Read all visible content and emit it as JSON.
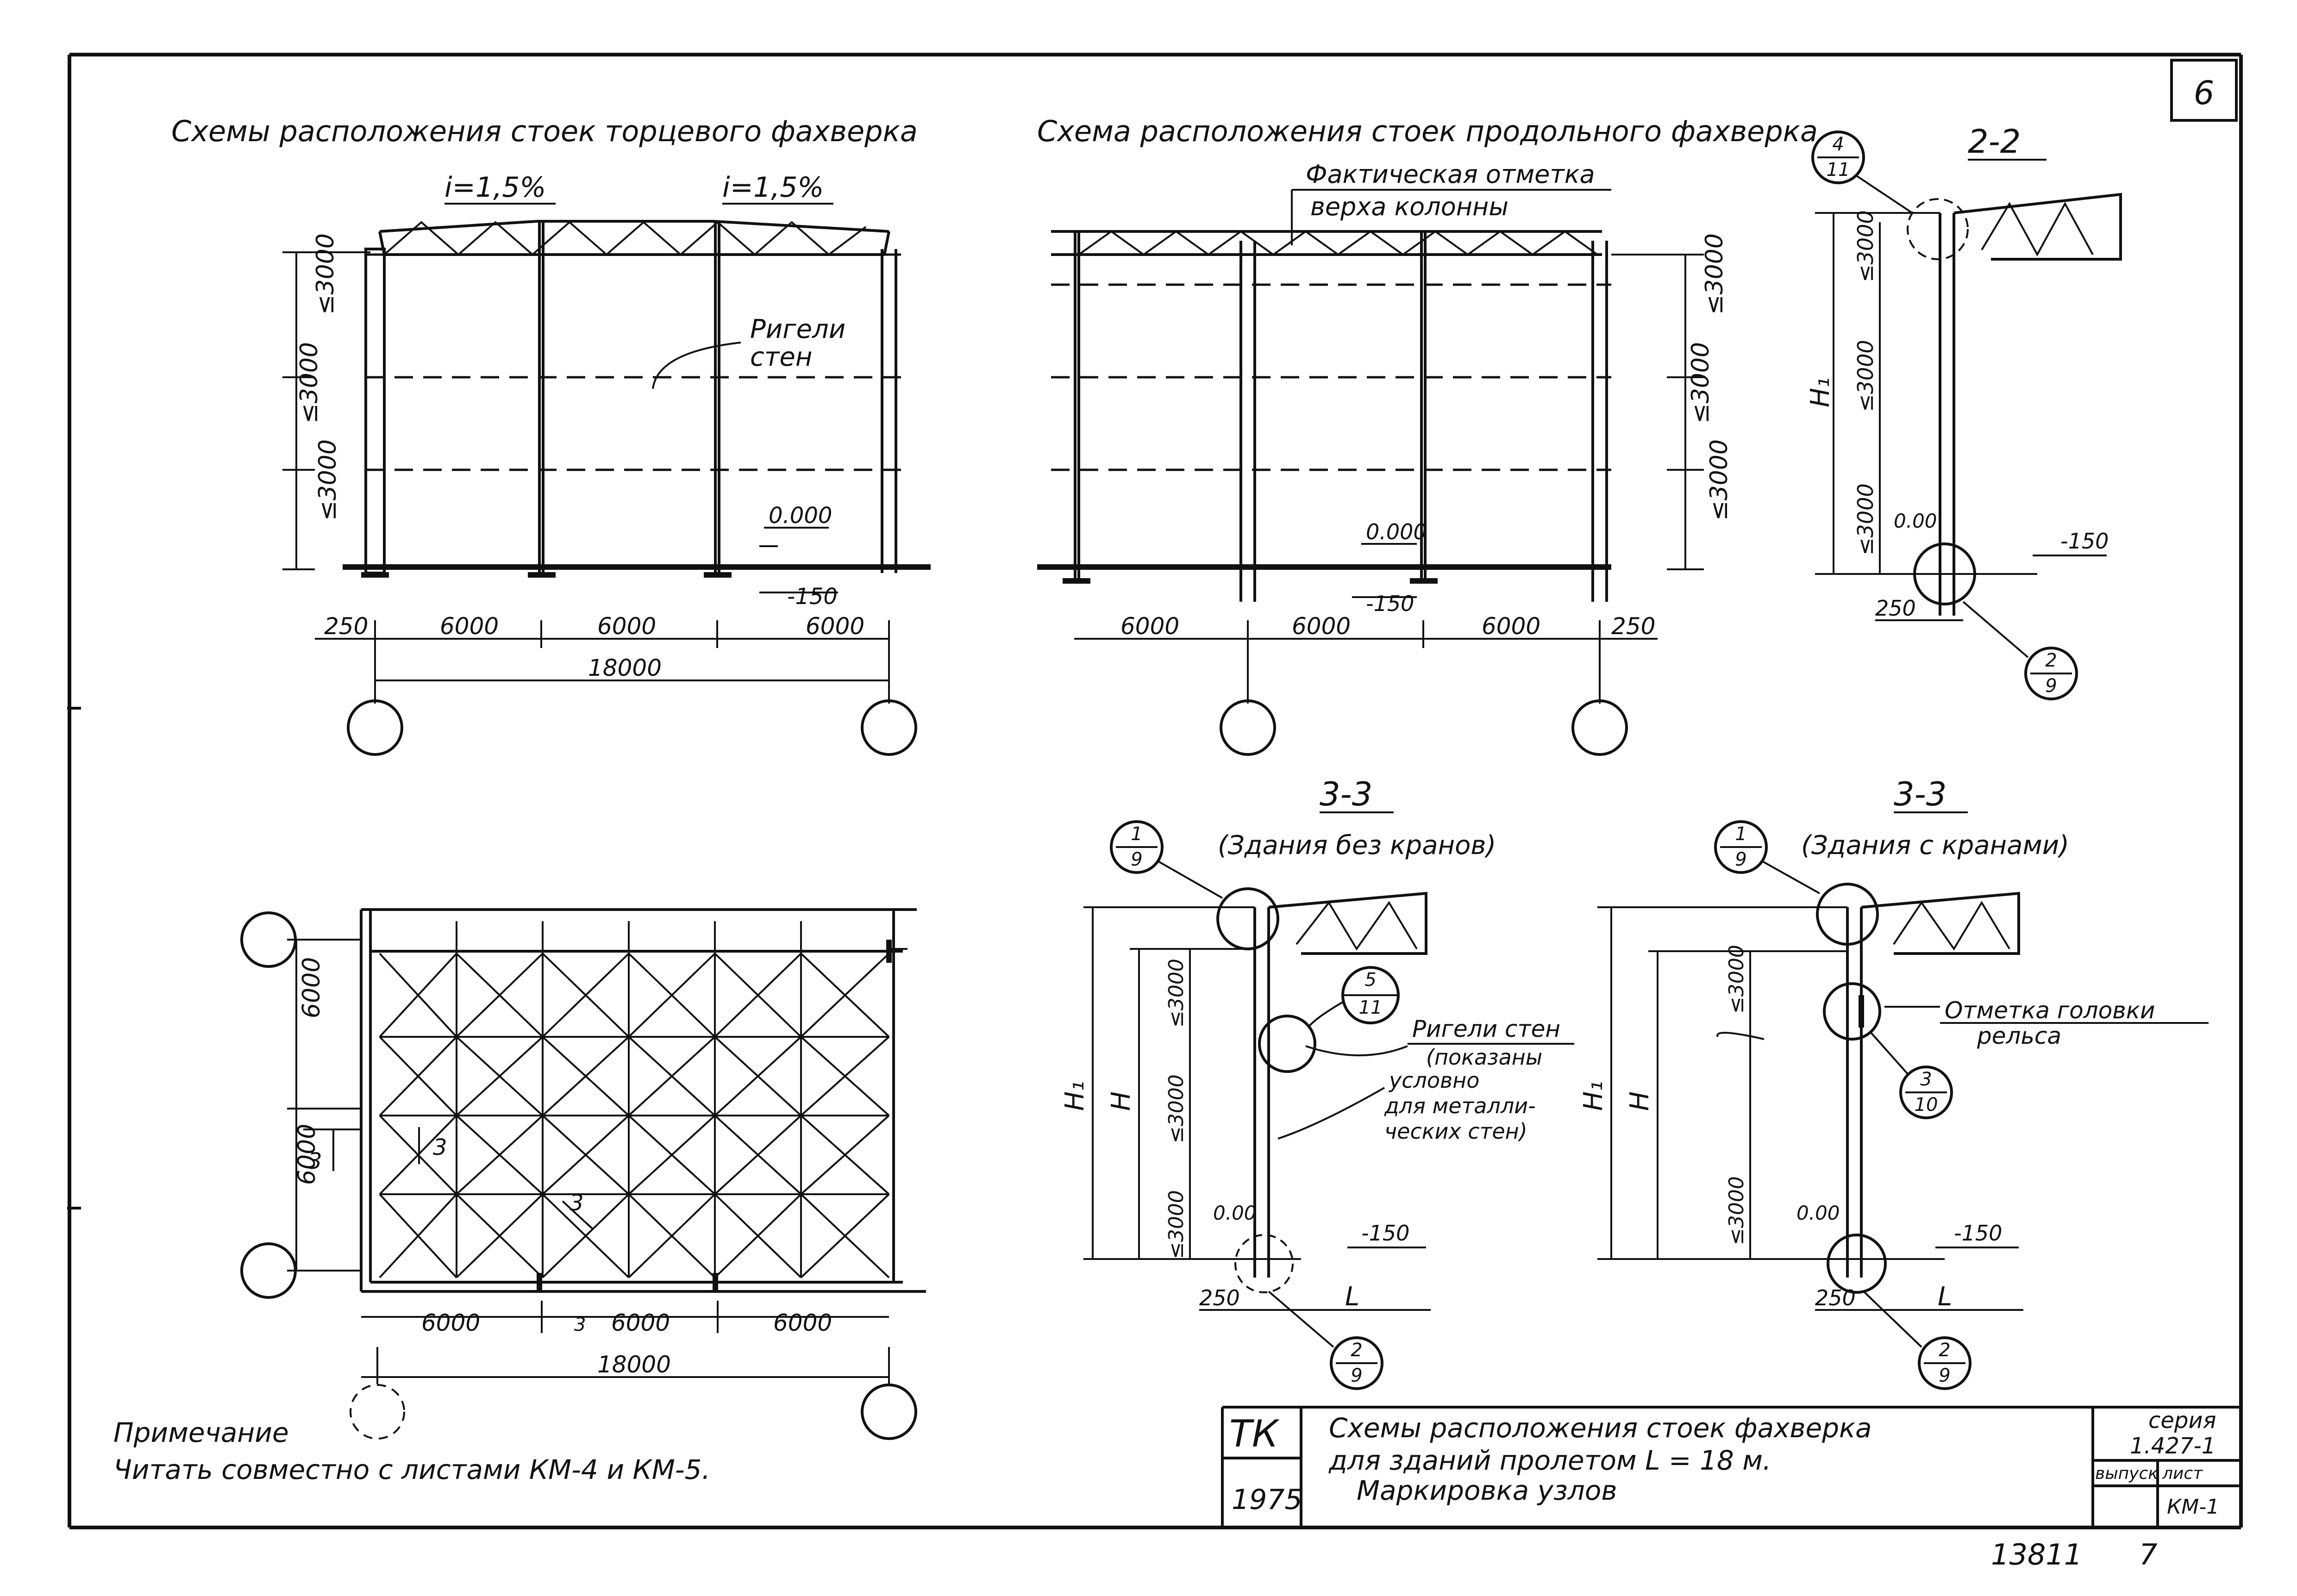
{
  "sheet": {
    "page_number": "6",
    "archive_number": "13811",
    "archive_page": "7"
  },
  "view_end": {
    "title": "Схемы расположения стоек торцевого фахверка",
    "slope_left": "i=1,5%",
    "slope_right": "i=1,5%",
    "beam_label_line1": "Ригели",
    "beam_label_line2": "стен",
    "mark_zero": "0.000",
    "mark_minus": "-150",
    "vdim1": "≤3000",
    "vdim2": "≤3000",
    "vdim3": "≤3000",
    "hdim_250": "250",
    "hdim1": "6000",
    "hdim2": "6000",
    "hdim3": "6000",
    "hdim_total": "18000"
  },
  "view_long": {
    "title": "Схема расположения стоек продольного фахверка",
    "note_line1": "Фактическая отметка",
    "note_line2": "верха колонны",
    "mark_zero": "0.000",
    "mark_minus": "-150",
    "vdim1": "≤3000",
    "vdim2": "≤3000",
    "vdim3": "≤3000",
    "hdim1": "6000",
    "hdim2": "6000",
    "hdim3": "6000",
    "hdim_250": "250"
  },
  "section_22": {
    "title": "2-2",
    "node_top_num": "4",
    "node_top_den": "11",
    "node_bot_num": "2",
    "node_bot_den": "9",
    "h_label": "H₁",
    "vdim1": "≤3000",
    "vdim2": "≤3000",
    "vdim3": "≤3000",
    "mark_zero": "0.00",
    "mark_minus": "-150",
    "dim_250": "250"
  },
  "plan": {
    "vdim_top": "6000",
    "vdim_bot": "6000",
    "cut_left": "3",
    "cut_right": "3",
    "cut_center": "3",
    "hdim1": "6000",
    "hdim2": "6000",
    "hdim3": "6000",
    "hdim_total": "18000",
    "cut_bottom": "3"
  },
  "section_33a": {
    "title": "3-3",
    "subtitle": "(Здания без кранов)",
    "node_top_num": "1",
    "node_top_den": "9",
    "node_mid_num": "5",
    "node_mid_den": "11",
    "node_bot_num": "2",
    "node_bot_den": "9",
    "h1_label": "H₁",
    "h_label": "H",
    "vdim1": "≤3000",
    "vdim2": "≤3000",
    "vdim3": "≤3000",
    "mark_zero": "0.00",
    "mark_minus": "-150",
    "dim_250": "250",
    "dim_l": "L",
    "beam_note_line1": "Ригели стен",
    "beam_note_line2": "(показаны",
    "beam_note_line3": "условно",
    "beam_note_line4": "для металли-",
    "beam_note_line5": "ческих стен)"
  },
  "section_33b": {
    "title": "3-3",
    "subtitle": "(Здания с кранами)",
    "node_top_num": "1",
    "node_top_den": "9",
    "node_rail_num": "3",
    "node_rail_den": "10",
    "node_bot_num": "2",
    "node_bot_den": "9",
    "h1_label": "H₁",
    "h_label": "H",
    "vdim1": "≤3000",
    "vdim2": "≤3000",
    "mark_zero": "0.00",
    "mark_minus": "-150",
    "dim_250": "250",
    "dim_l": "L",
    "rail_note_line1": "Отметка головки",
    "rail_note_line2": "рельса"
  },
  "note": {
    "heading": "Примечание",
    "text": "Читать совместно с листами КМ-4 и КМ-5."
  },
  "title_block": {
    "org": "ТК",
    "year": "1975",
    "title_line1": "Схемы расположения стоек фахверка",
    "title_line2": "для зданий пролетом L = 18 м.",
    "title_line3": "Маркировка узлов",
    "series_label": "серия",
    "series_value": "1.427-1",
    "issue_label": "выпуск",
    "sheet_label": "лист",
    "sheet_value": "КМ-1"
  }
}
